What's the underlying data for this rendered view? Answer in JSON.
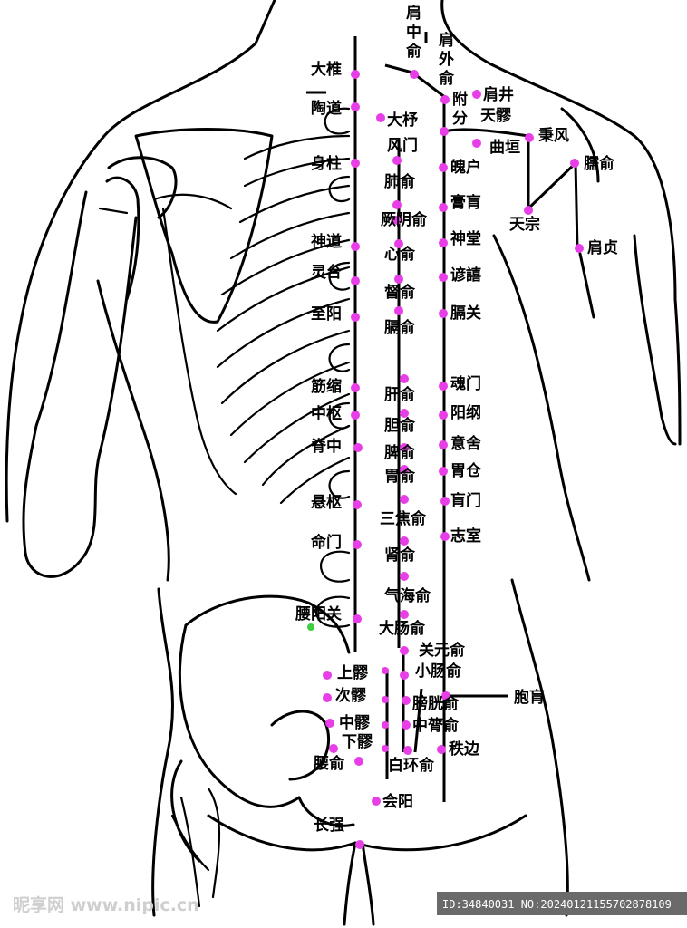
{
  "points": [
    {
      "id": "jianzhongshu",
      "label": "肩\n中\n俞"
    },
    {
      "id": "jianwaishu",
      "label": "肩\n外\n俞"
    },
    {
      "id": "dazhui",
      "label": "大椎"
    },
    {
      "id": "taodao",
      "label": "陶道"
    },
    {
      "id": "shenzhu",
      "label": "身柱"
    },
    {
      "id": "shendao",
      "label": "神道"
    },
    {
      "id": "lingtai",
      "label": "灵台"
    },
    {
      "id": "zhiyang",
      "label": "至阳"
    },
    {
      "id": "jinsuo",
      "label": "筋缩"
    },
    {
      "id": "zhongshu",
      "label": "中枢"
    },
    {
      "id": "jizhong",
      "label": "脊中"
    },
    {
      "id": "xuanshu",
      "label": "悬枢"
    },
    {
      "id": "mingmen",
      "label": "命门"
    },
    {
      "id": "yaoyangguan",
      "label": "腰阳关"
    },
    {
      "id": "yaoshu",
      "label": "腰俞"
    },
    {
      "id": "changqiang",
      "label": "长强"
    },
    {
      "id": "dazhu",
      "label": "大杼"
    },
    {
      "id": "fengmen",
      "label": "风门"
    },
    {
      "id": "feishu",
      "label": "肺俞"
    },
    {
      "id": "jueyinshu",
      "label": "厥阴俞"
    },
    {
      "id": "xinshu",
      "label": "心俞"
    },
    {
      "id": "dushu",
      "label": "督俞"
    },
    {
      "id": "geshu",
      "label": "膈俞"
    },
    {
      "id": "ganshu",
      "label": "肝俞"
    },
    {
      "id": "danshu",
      "label": "胆俞"
    },
    {
      "id": "pishu",
      "label": "脾俞"
    },
    {
      "id": "weishu",
      "label": "胃俞"
    },
    {
      "id": "sanjiaoshu",
      "label": "三焦俞"
    },
    {
      "id": "shenshu",
      "label": "肾俞"
    },
    {
      "id": "qihaishu",
      "label": "气海俞"
    },
    {
      "id": "dachangshu",
      "label": "大肠俞"
    },
    {
      "id": "guanyuanshu",
      "label": "关元俞"
    },
    {
      "id": "xiaochangshu",
      "label": "小肠俞"
    },
    {
      "id": "pangguangshu",
      "label": "膀胱俞"
    },
    {
      "id": "zhonglvshu",
      "label": "中膂俞"
    },
    {
      "id": "baihuanshu",
      "label": "白环俞"
    },
    {
      "id": "huiyang",
      "label": "会阳"
    },
    {
      "id": "shangliao",
      "label": "上髎"
    },
    {
      "id": "ciliao",
      "label": "次髎"
    },
    {
      "id": "zhongliao",
      "label": "中髎"
    },
    {
      "id": "xialiao",
      "label": "下髎"
    },
    {
      "id": "fufen",
      "label": "附\n分"
    },
    {
      "id": "pohu",
      "label": "魄户"
    },
    {
      "id": "gaohuang",
      "label": "膏肓"
    },
    {
      "id": "shentang",
      "label": "神堂"
    },
    {
      "id": "yixi",
      "label": "谚譆"
    },
    {
      "id": "geguan",
      "label": "膈关"
    },
    {
      "id": "hunmen",
      "label": "魂门"
    },
    {
      "id": "yanggang",
      "label": "阳纲"
    },
    {
      "id": "yishe",
      "label": "意舍"
    },
    {
      "id": "weicang",
      "label": "胃仓"
    },
    {
      "id": "huangmen",
      "label": "肓门"
    },
    {
      "id": "zhishi",
      "label": "志室"
    },
    {
      "id": "baohuang",
      "label": "胞肓"
    },
    {
      "id": "zhibian",
      "label": "秩边"
    },
    {
      "id": "jianjing",
      "label": "肩井"
    },
    {
      "id": "tianliao",
      "label": "天髎"
    },
    {
      "id": "bingfeng",
      "label": "秉风"
    },
    {
      "id": "quyuan",
      "label": "曲垣"
    },
    {
      "id": "tianzong",
      "label": "天宗"
    },
    {
      "id": "naoshu",
      "label": "臑俞"
    },
    {
      "id": "jianzhen",
      "label": "肩贞"
    }
  ],
  "colors": {
    "acupoint": "#e83ee8",
    "highlight": "#3dcf3d",
    "line": "#000000"
  },
  "watermark": {
    "left": "昵享网 www.nipic.cn",
    "right": "ID:34840031 NO:20240121155702878109"
  }
}
